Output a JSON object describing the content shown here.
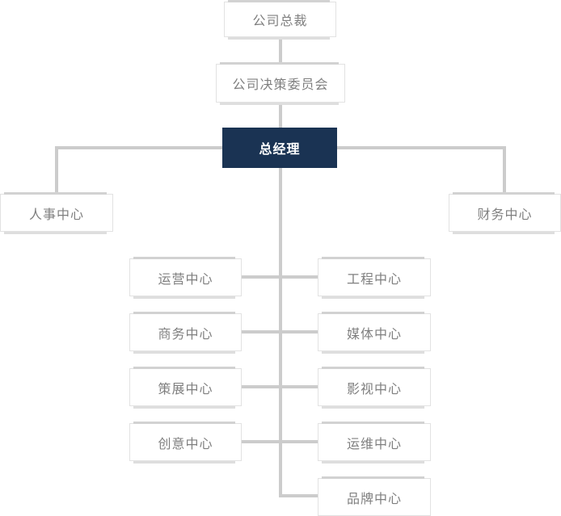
{
  "org_chart": {
    "nodes": {
      "president": {
        "label": "公司总裁"
      },
      "committee": {
        "label": "公司决策委员会"
      },
      "general_manager": {
        "label": "总经理"
      },
      "hr_center": {
        "label": "人事中心"
      },
      "finance_center": {
        "label": "财务中心"
      }
    },
    "left_column": [
      {
        "label": "运营中心"
      },
      {
        "label": "商务中心"
      },
      {
        "label": "策展中心"
      },
      {
        "label": "创意中心"
      }
    ],
    "right_column": [
      {
        "label": "工程中心"
      },
      {
        "label": "媒体中心"
      },
      {
        "label": "影视中心"
      },
      {
        "label": "运维中心"
      },
      {
        "label": "品牌中心"
      }
    ],
    "colors": {
      "highlight_node_bg": "#1a3353",
      "highlight_node_text": "#ffffff",
      "node_bg": "#ffffff",
      "node_border": "#e2e2e2",
      "node_text": "#7f7f7f",
      "connector": "#cccccc"
    }
  }
}
